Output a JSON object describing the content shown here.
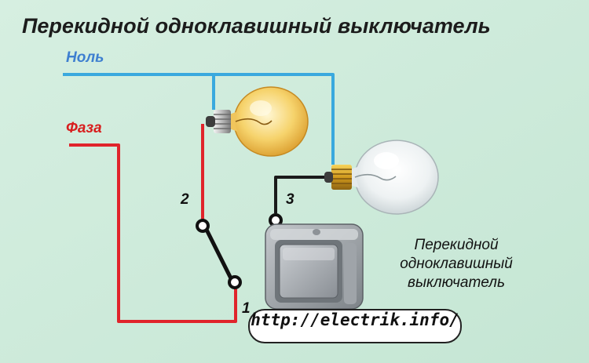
{
  "title": "Перекидной одноклавишный выключатель",
  "labels": {
    "null": "Ноль",
    "phase": "Фаза"
  },
  "terminals": {
    "t1": "1",
    "t2": "2",
    "t3": "3"
  },
  "caption": {
    "line1": "Перекидной",
    "line2": "одноклавишный",
    "line3": "выключатель"
  },
  "url": "http://electrik.info/",
  "colors": {
    "background": "#cdeadb",
    "neutral_wire": "#3aa9de",
    "phase_wire": "#e0242b",
    "switched_wire": "#1a1a1a",
    "lamp_lit": "#f4c95a",
    "lamp_unlit": "#e8eef0",
    "switch_body": "#9a9fa4"
  },
  "icons": {
    "lamp_1": "lit-bulb-icon",
    "lamp_2": "unlit-bulb-icon",
    "switch": "rocker-switch-icon"
  }
}
